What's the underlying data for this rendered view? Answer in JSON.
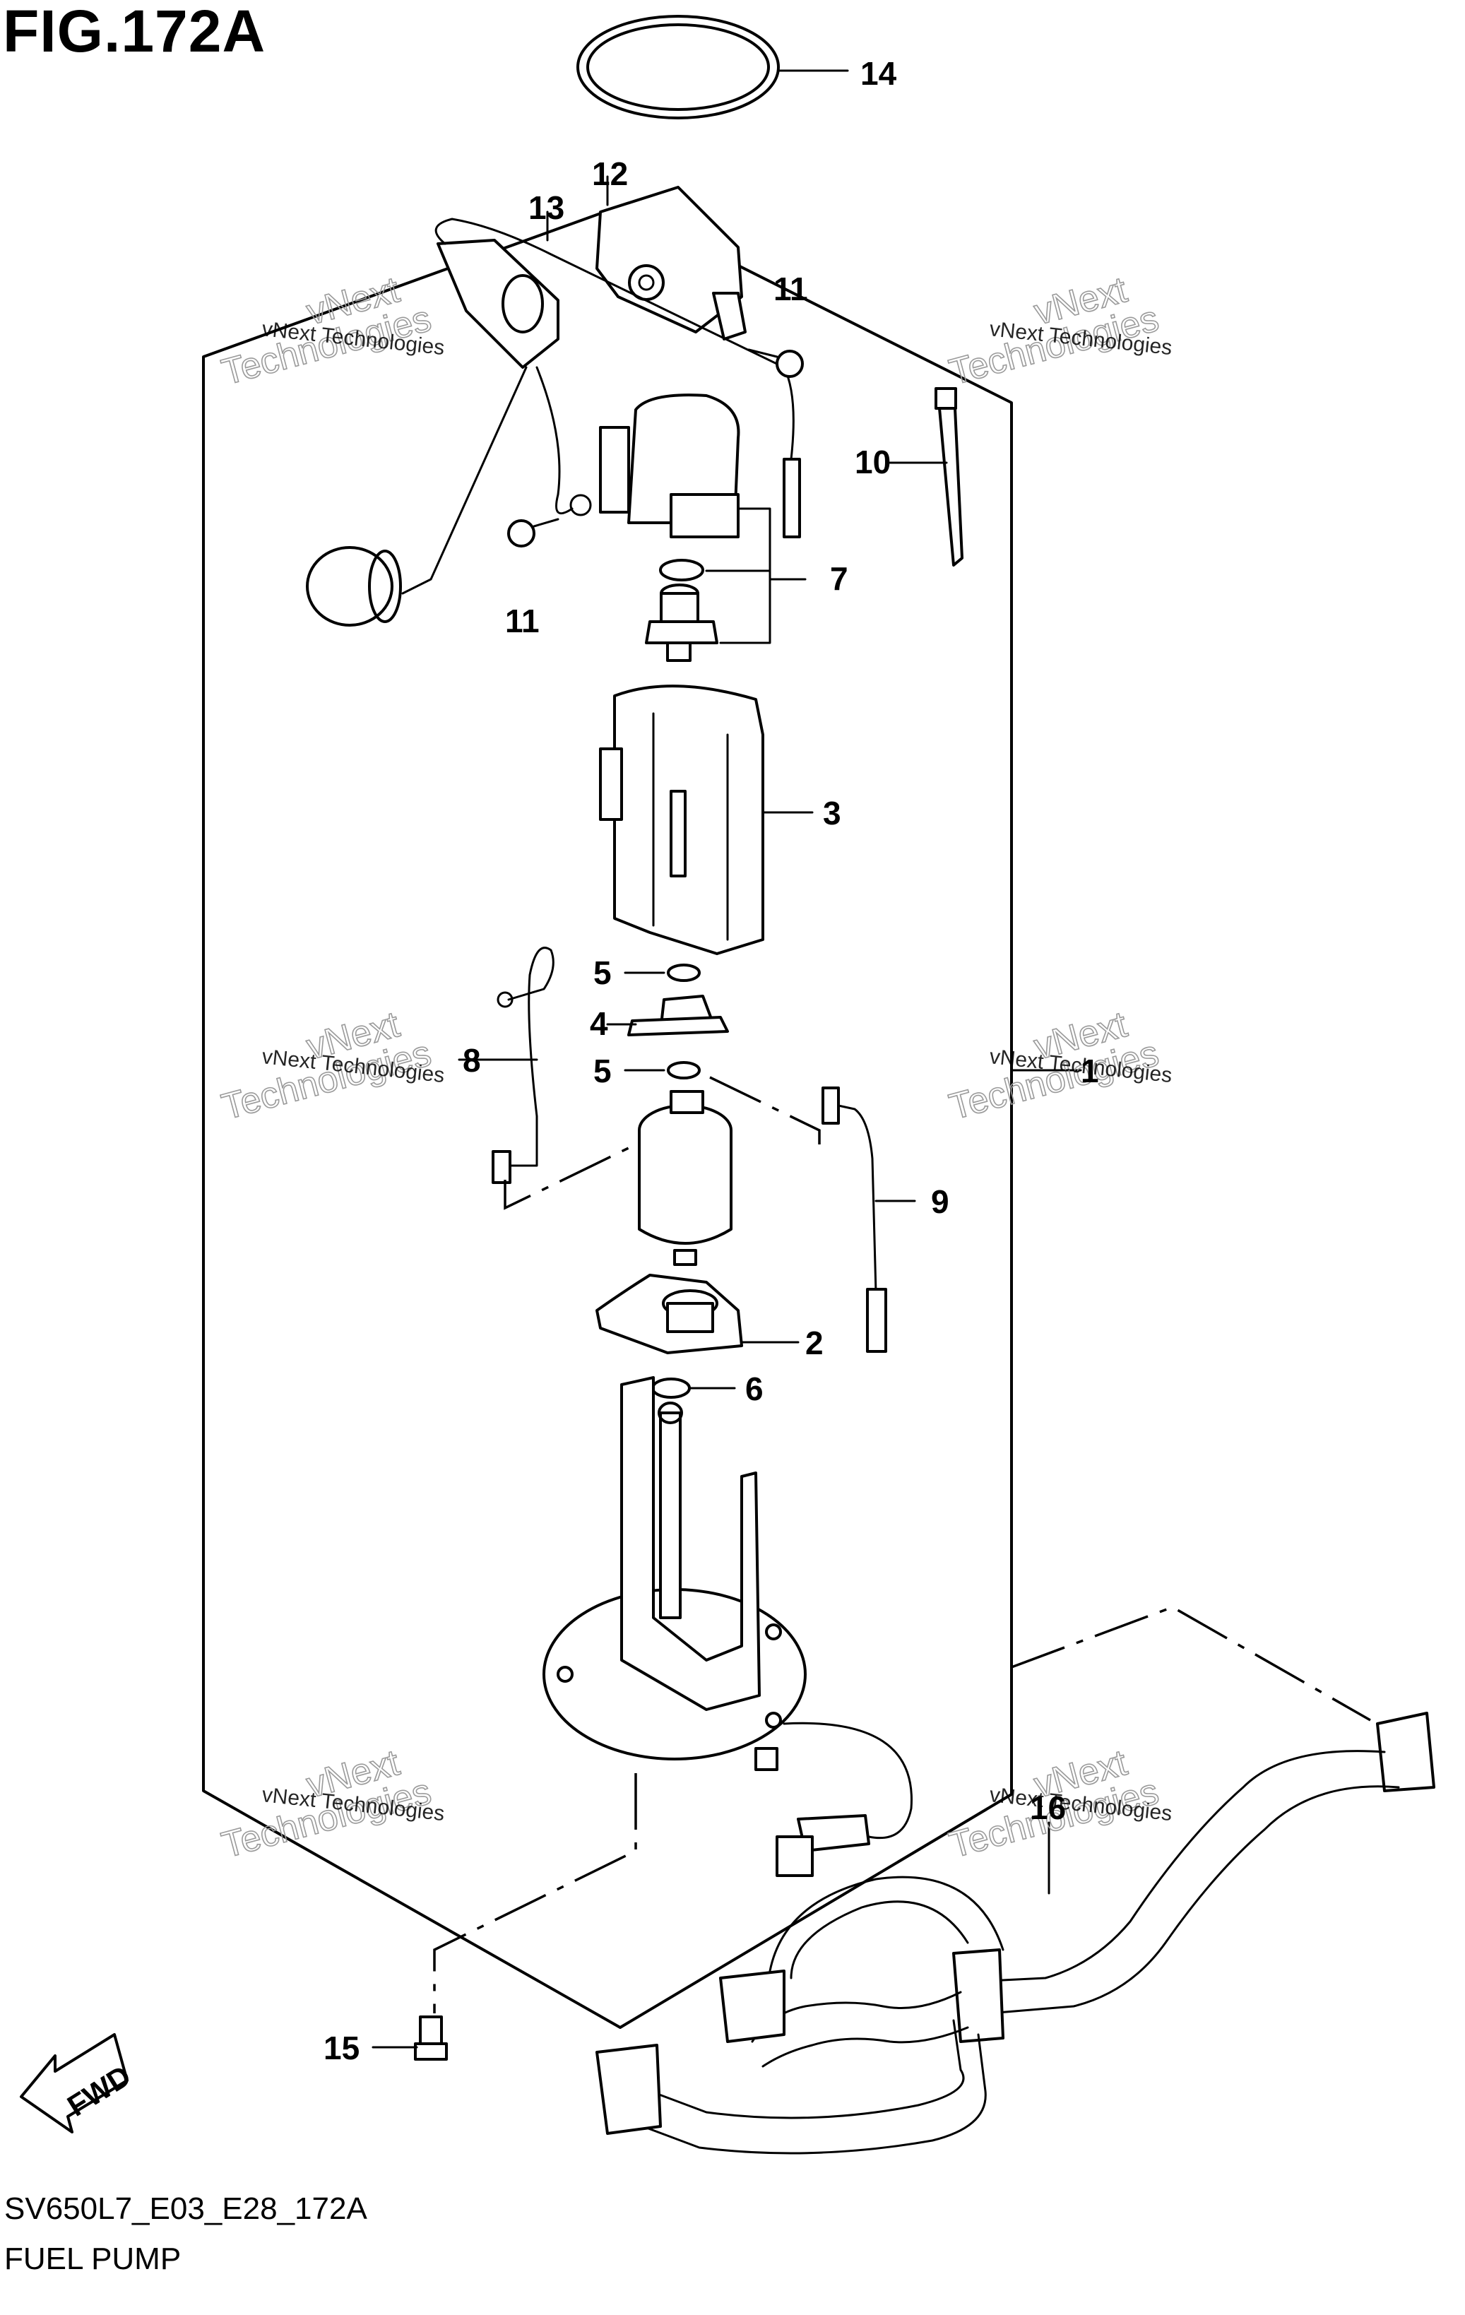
{
  "figure": {
    "title": "FIG.172A",
    "code": "SV650L7_E03_E28_172A",
    "name": "FUEL PUMP"
  },
  "callouts": [
    {
      "label": "14"
    },
    {
      "label": "12"
    },
    {
      "label": "13"
    },
    {
      "label": "11"
    },
    {
      "label": "10"
    },
    {
      "label": "11"
    },
    {
      "label": "7"
    },
    {
      "label": "3"
    },
    {
      "label": "5"
    },
    {
      "label": "4"
    },
    {
      "label": "8"
    },
    {
      "label": "5"
    },
    {
      "label": "1"
    },
    {
      "label": "9"
    },
    {
      "label": "2"
    },
    {
      "label": "6"
    },
    {
      "label": "16"
    },
    {
      "label": "15"
    }
  ],
  "watermark": {
    "line1": "vNext Technologies",
    "line2": "vNext",
    "line3": "Technologies"
  },
  "fwd_label": "FWD",
  "icons": [
    "fwd-arrow-icon"
  ]
}
